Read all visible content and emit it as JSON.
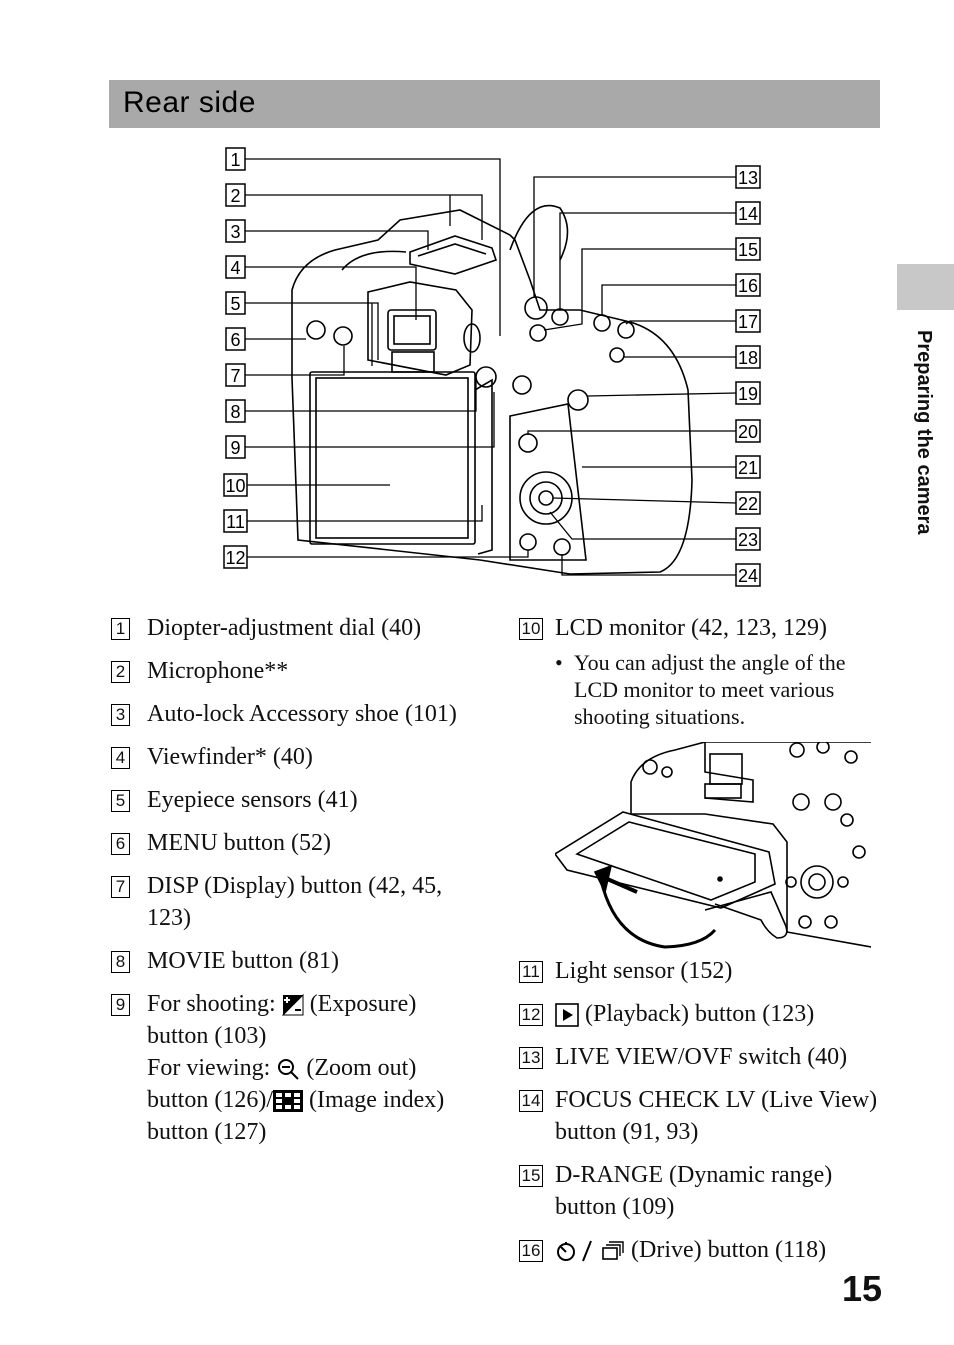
{
  "header": {
    "title": "Rear side"
  },
  "side_tab": {
    "label": "Preparing the camera"
  },
  "page_number": "15",
  "diagram": {
    "callouts_left": [
      "1",
      "2",
      "3",
      "4",
      "5",
      "6",
      "7",
      "8",
      "9",
      "10",
      "11",
      "12"
    ],
    "callouts_right": [
      "13",
      "14",
      "15",
      "16",
      "17",
      "18",
      "19",
      "20",
      "21",
      "22",
      "23",
      "24"
    ]
  },
  "left_items": [
    {
      "num": "1",
      "text": "Diopter-adjustment dial (40)"
    },
    {
      "num": "2",
      "text": "Microphone**"
    },
    {
      "num": "3",
      "text": "Auto-lock Accessory shoe (101)"
    },
    {
      "num": "4",
      "text": "Viewfinder* (40)"
    },
    {
      "num": "5",
      "text": "Eyepiece sensors (41)"
    },
    {
      "num": "6",
      "text": "MENU button (52)"
    },
    {
      "num": "7",
      "text": "DISP (Display) button (42, 45, 123)"
    },
    {
      "num": "8",
      "text": "MOVIE button (81)"
    },
    {
      "num": "9",
      "line1a": "For shooting: ",
      "line1b": " (Exposure) button (103)",
      "line2a": "For viewing: ",
      "line2b": " (Zoom out) button (126)/",
      "line2c": " (Image index) button (127)"
    }
  ],
  "right_items": [
    {
      "num": "10",
      "text": "LCD monitor (42, 123, 129)",
      "note": "You can adjust the angle of the LCD monitor to meet various shooting situations."
    },
    {
      "num": "11",
      "text": "Light sensor (152)"
    },
    {
      "num": "12",
      "text": "(Playback) button (123)"
    },
    {
      "num": "13",
      "text": "LIVE VIEW/OVF switch (40)"
    },
    {
      "num": "14",
      "text": "FOCUS CHECK LV (Live View) button (91, 93)"
    },
    {
      "num": "15",
      "text": "D-RANGE (Dynamic range) button (109)"
    },
    {
      "num": "16",
      "text": "(Drive) button (118)"
    }
  ],
  "icons": {
    "exposure": "exposure-icon",
    "zoom_out": "zoom-out-icon",
    "image_index": "image-index-icon",
    "playback": "playback-icon",
    "drive": "self-timer-drive-icon"
  }
}
